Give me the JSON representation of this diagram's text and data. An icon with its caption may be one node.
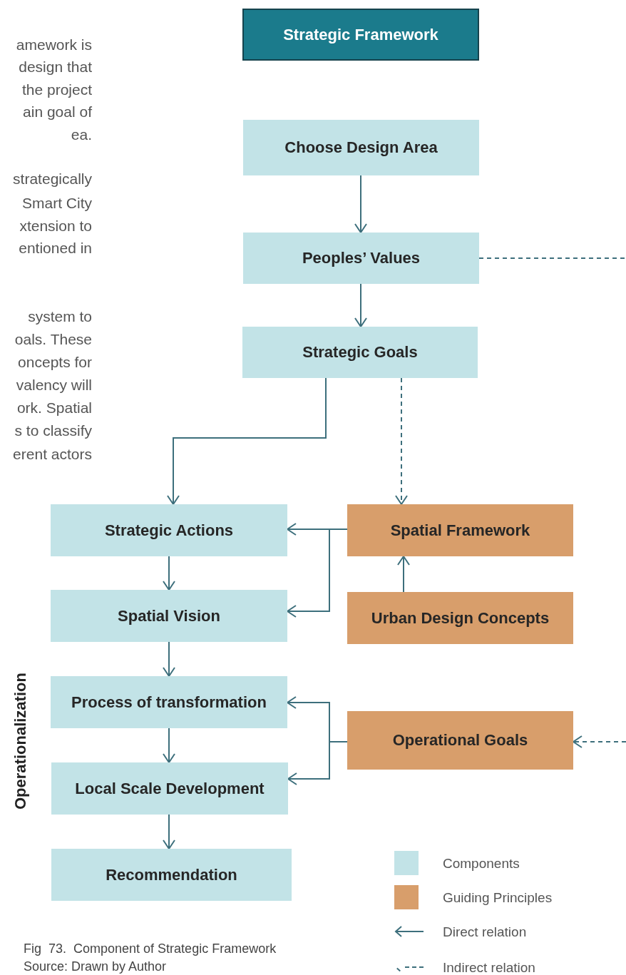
{
  "diagram": {
    "caption": "Fig  73.  Component of Strategic Framework",
    "nodes": [
      {
        "text": [
          "Strategic Framework"
        ]
      },
      {
        "text": [
          "Choose Design Area"
        ]
      },
      {
        "text": [
          "Peoples’ Values"
        ]
      },
      {
        "text": [
          "Strategic Goals"
        ]
      },
      {
        "text": [
          "Strategic Actions"
        ]
      },
      {
        "text": [
          "Spatial Framework"
        ]
      },
      {
        "text": [
          "Spatial Vision"
        ]
      },
      {
        "text": [
          "Urban Design Concepts"
        ]
      },
      {
        "text": [
          "Process of transformation"
        ]
      },
      {
        "text": [
          "Operational Goals"
        ]
      },
      {
        "text": [
          "Local Scale Development"
        ]
      },
      {
        "text": [
          "Recommendation"
        ]
      }
    ],
    "edges": [
      {
        "from": 1,
        "to": 2,
        "arrow": "to"
      },
      {
        "from": 2,
        "to": 3,
        "arrow": "to"
      },
      {
        "from": 3,
        "to": 4,
        "arrow": "to"
      },
      {
        "from": 3,
        "to": 5,
        "arrow": "to",
        "style": "dashed"
      },
      {
        "from": 5,
        "to": 4,
        "arrow": "to"
      },
      {
        "from": 5,
        "to": 6,
        "arrow": "to"
      },
      {
        "from": 7,
        "to": 5,
        "arrow": "to"
      },
      {
        "from": 4,
        "to": 6,
        "arrow": "to"
      },
      {
        "from": 6,
        "to": 8,
        "arrow": "to"
      },
      {
        "from": 9,
        "to": 8,
        "arrow": "to"
      },
      {
        "from": 9,
        "to": 10,
        "arrow": "to"
      },
      {
        "from": 8,
        "to": 10,
        "arrow": "to"
      },
      {
        "from": 10,
        "to": 11,
        "arrow": "to"
      },
      {
        "from": 2,
        "to": null,
        "arrow": "none",
        "style": "dashed"
      },
      {
        "from": null,
        "to": 9,
        "arrow": "to",
        "style": "dashed"
      }
    ],
    "labels": [
      "amework is",
      "design that",
      "the project",
      "ain goal of",
      "ea.",
      "strategically",
      "Smart City",
      "xtension to",
      "entioned in",
      "system to",
      "oals. These",
      "oncepts for",
      "valency will",
      "ork. Spatial",
      "s to classify",
      "erent actors",
      "Operationalization",
      "Source: Drawn by Author"
    ],
    "legend": [
      {
        "text": "Components",
        "color": "#c2e3e7"
      },
      {
        "text": "Guiding Principles",
        "color": "#d89e6b"
      },
      {
        "text": "Direct relation"
      },
      {
        "text": "Indirect relation"
      }
    ]
  }
}
